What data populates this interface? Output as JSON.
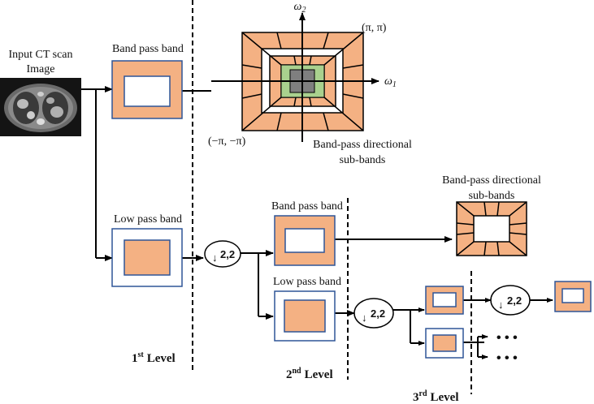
{
  "input": {
    "label_line1": "Input CT scan",
    "label_line2": "Image"
  },
  "level1": {
    "bandpass_label": "Band pass band",
    "lowpass_label": "Low pass band",
    "level_main": "1",
    "level_sup": "st",
    "level_word": "Level"
  },
  "freq_plane": {
    "omega2": "ω",
    "omega2_sub": "2",
    "omega1": "ω",
    "omega1_sub": "1",
    "top_right": "(π, π)",
    "bottom_left": "(−π, −π)",
    "caption_line1": "Band-pass directional",
    "caption_line2": "sub-bands"
  },
  "downsample": {
    "arrow": "↓",
    "factor": "2,2"
  },
  "level2": {
    "bandpass_label": "Band pass band",
    "lowpass_label": "Low pass band",
    "level_main": "2",
    "level_sup": "nd",
    "level_word": "Level"
  },
  "directional_small": {
    "caption_line1": "Band-pass directional",
    "caption_line2": "sub-bands"
  },
  "level3": {
    "level_main": "3",
    "level_sup": "rd",
    "level_word": "Level"
  },
  "ellipsis": "• • •",
  "colors": {
    "orange": "#F4B183",
    "green": "#A9D18E",
    "gray": "#7F7F7F",
    "blue_border": "#2F5597"
  }
}
